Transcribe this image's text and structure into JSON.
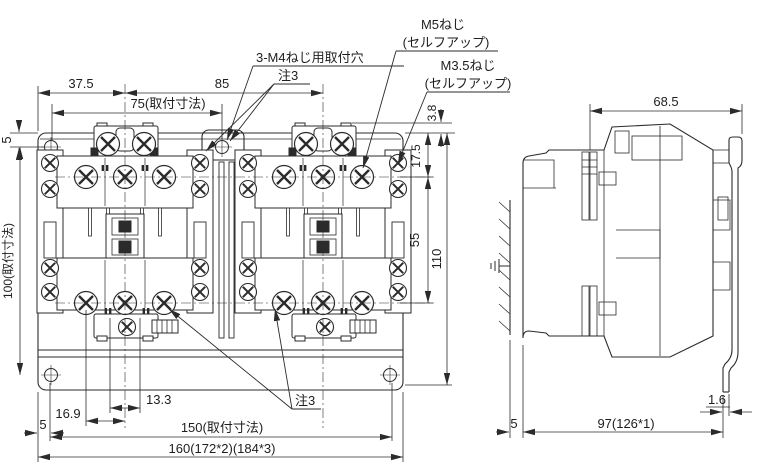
{
  "drawing": {
    "bg": "#ffffff",
    "ink": "#2b2b2b",
    "front": {
      "d37_5": "37.5",
      "d85": "85",
      "d75": "75(取付寸法)",
      "d5_top": "5",
      "d100": "100(取付寸法)",
      "d3_8": "3.8",
      "d17_5": "17.5",
      "d55": "55",
      "d110": "110",
      "d16_9": "16.9",
      "d13_3": "13.3",
      "d5_bottom": "5",
      "d150": "150(取付寸法)",
      "d160": "160(172*2)(184*3)"
    },
    "side": {
      "d68_5": "68.5",
      "d5": "5",
      "d97": "97(126*1)",
      "d1_6": "1.6"
    },
    "notes": {
      "mounting_hole": "3-M4ねじ用取付穴",
      "note3_top": "注3",
      "note3_bottom": "注3",
      "m5_screw": "M5ねじ",
      "m5_sub": "(セルフアップ)",
      "m35_screw": "M3.5ねじ",
      "m35_sub": "(セルフアップ)"
    }
  }
}
